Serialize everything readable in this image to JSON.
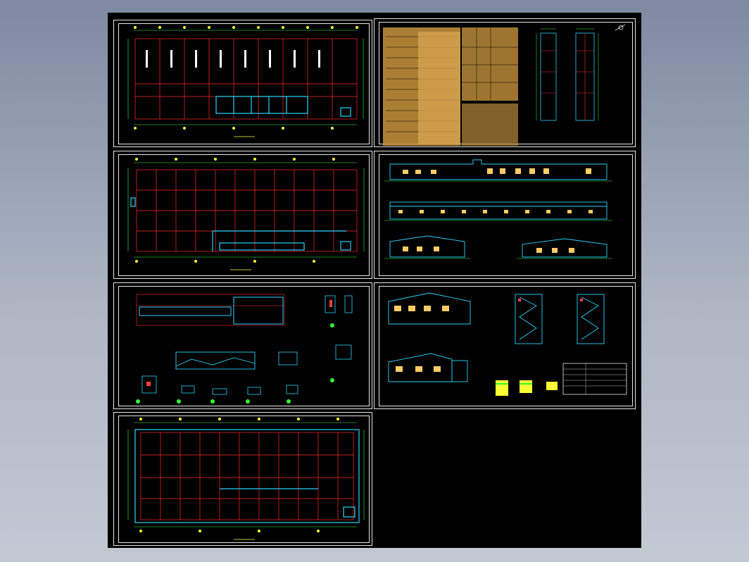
{
  "viewer": {
    "background": "black"
  },
  "sheets": [
    {
      "name": "sheet-floor-plan-1"
    },
    {
      "name": "sheet-design-notes"
    },
    {
      "name": "sheet-floor-plan-2"
    },
    {
      "name": "sheet-elevations-1"
    },
    {
      "name": "sheet-details"
    },
    {
      "name": "sheet-sections-stairs"
    },
    {
      "name": "sheet-roof-plan"
    }
  ],
  "colors": {
    "grid": "#ff2a2a",
    "wall": "#2ad4ff",
    "dim": "#33ff33",
    "text": "#ffff33",
    "frame": "#e8e8e8",
    "fill": "#ffcc66"
  }
}
